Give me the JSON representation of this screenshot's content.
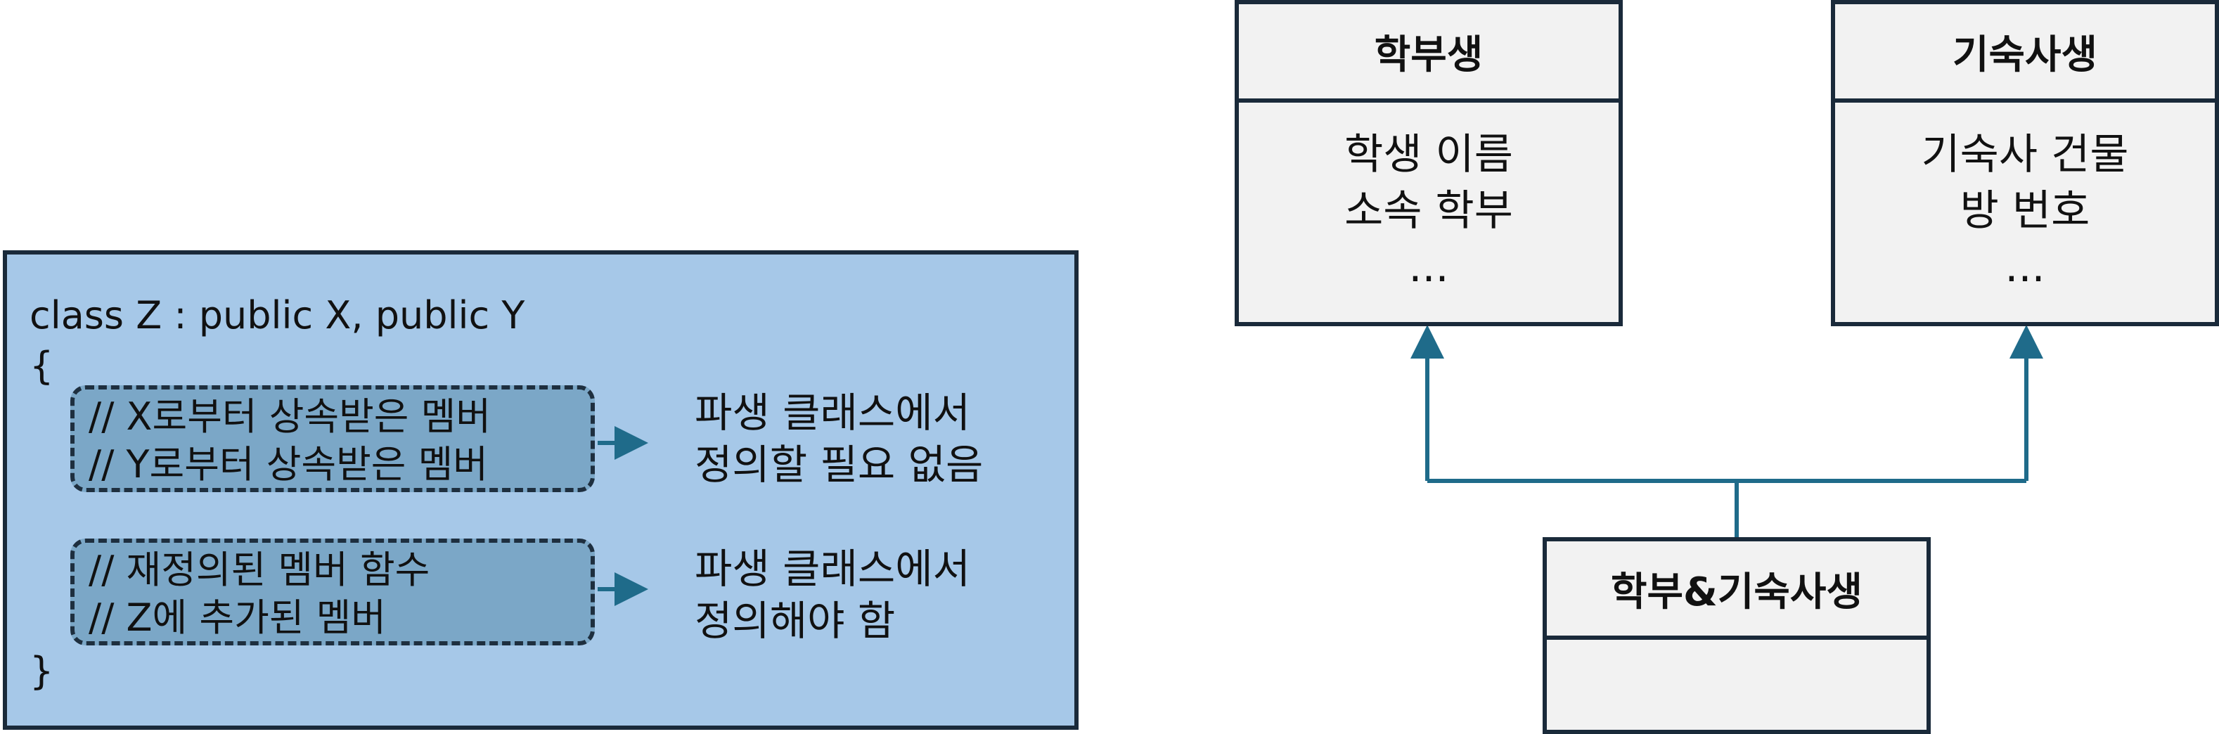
{
  "code": {
    "class_decl": "class Z : public X, public Y",
    "open_brace": "{",
    "close_brace": "}",
    "group1": {
      "lines": [
        "// X로부터 상속받은 멤버",
        "// Y로부터 상속받은 멤버"
      ],
      "note": [
        "파생 클래스에서",
        "정의할 필요 없음"
      ]
    },
    "group2": {
      "lines": [
        "// 재정의된 멤버 함수",
        "// Z에 추가된 멤버"
      ],
      "note": [
        "파생 클래스에서",
        "정의해야 함"
      ]
    }
  },
  "uml": {
    "classes": [
      {
        "name": "학부생",
        "attributes": [
          "학생 이름",
          "소속 학부",
          "..."
        ]
      },
      {
        "name": "기숙사생",
        "attributes": [
          "기숙사 건물",
          "방 번호",
          "..."
        ]
      },
      {
        "name": "학부&기숙사생",
        "attributes": []
      }
    ]
  },
  "colors": {
    "panel_bg": "#a6c8e8",
    "comment_bg": "#7ba7c7",
    "arrow": "#1f6b8a",
    "class_bg": "#f2f2f2",
    "border": "#1a2a3a"
  }
}
